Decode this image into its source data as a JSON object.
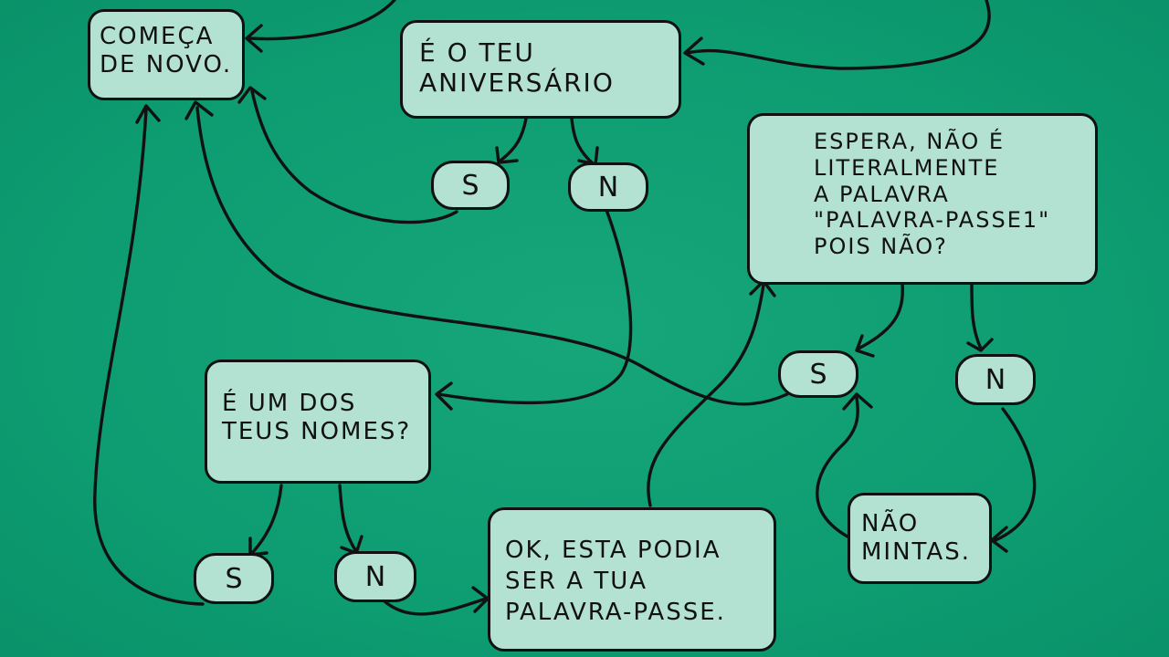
{
  "boxes": {
    "comeca": "Começa\nde novo.",
    "aniversario": "É o teu\naniversário",
    "espera": "Espera, não é\nliteralmente\na palavra\n\"palavra-passe1\"\npois não?",
    "nomes": "É um dos\nteus nomes?",
    "ok": "OK, esta podia\nser a tua\npalavra-passe.",
    "naomintas": "Não\nmintas."
  },
  "answers": {
    "aniversario_s": "S",
    "aniversario_n": "N",
    "espera_s": "S",
    "espera_n": "N",
    "nomes_s": "S",
    "nomes_n": "N"
  },
  "colors": {
    "background": "#0e9d72",
    "box_fill": "#b3e1d2",
    "ink": "#111111"
  }
}
